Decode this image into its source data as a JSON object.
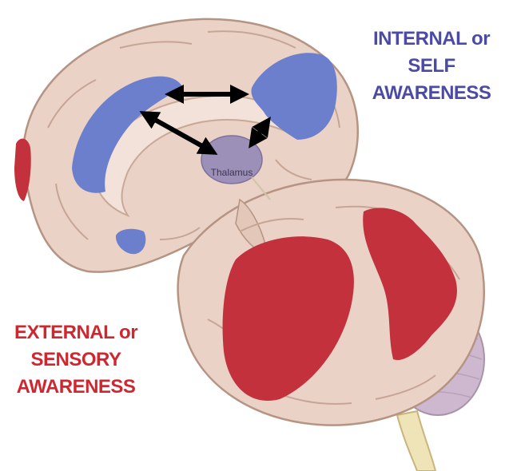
{
  "labels": {
    "internal": {
      "line1": "INTERNAL or",
      "line2": "SELF",
      "line3": "AWARENESS"
    },
    "external": {
      "line1": "EXTERNAL or",
      "line2": "SENSORY",
      "line3": "AWARENESS"
    },
    "thalamus": "Thalamus"
  },
  "colors": {
    "internal_network": "#6b7fcc",
    "external_network": "#c2313c",
    "brain_tissue": "#ead2c6",
    "brain_outline": "#b59483",
    "thalamus": "#9c8fb8",
    "arrows": "#000000",
    "internal_text": "#4b4aa7",
    "external_text": "#d0262f"
  }
}
